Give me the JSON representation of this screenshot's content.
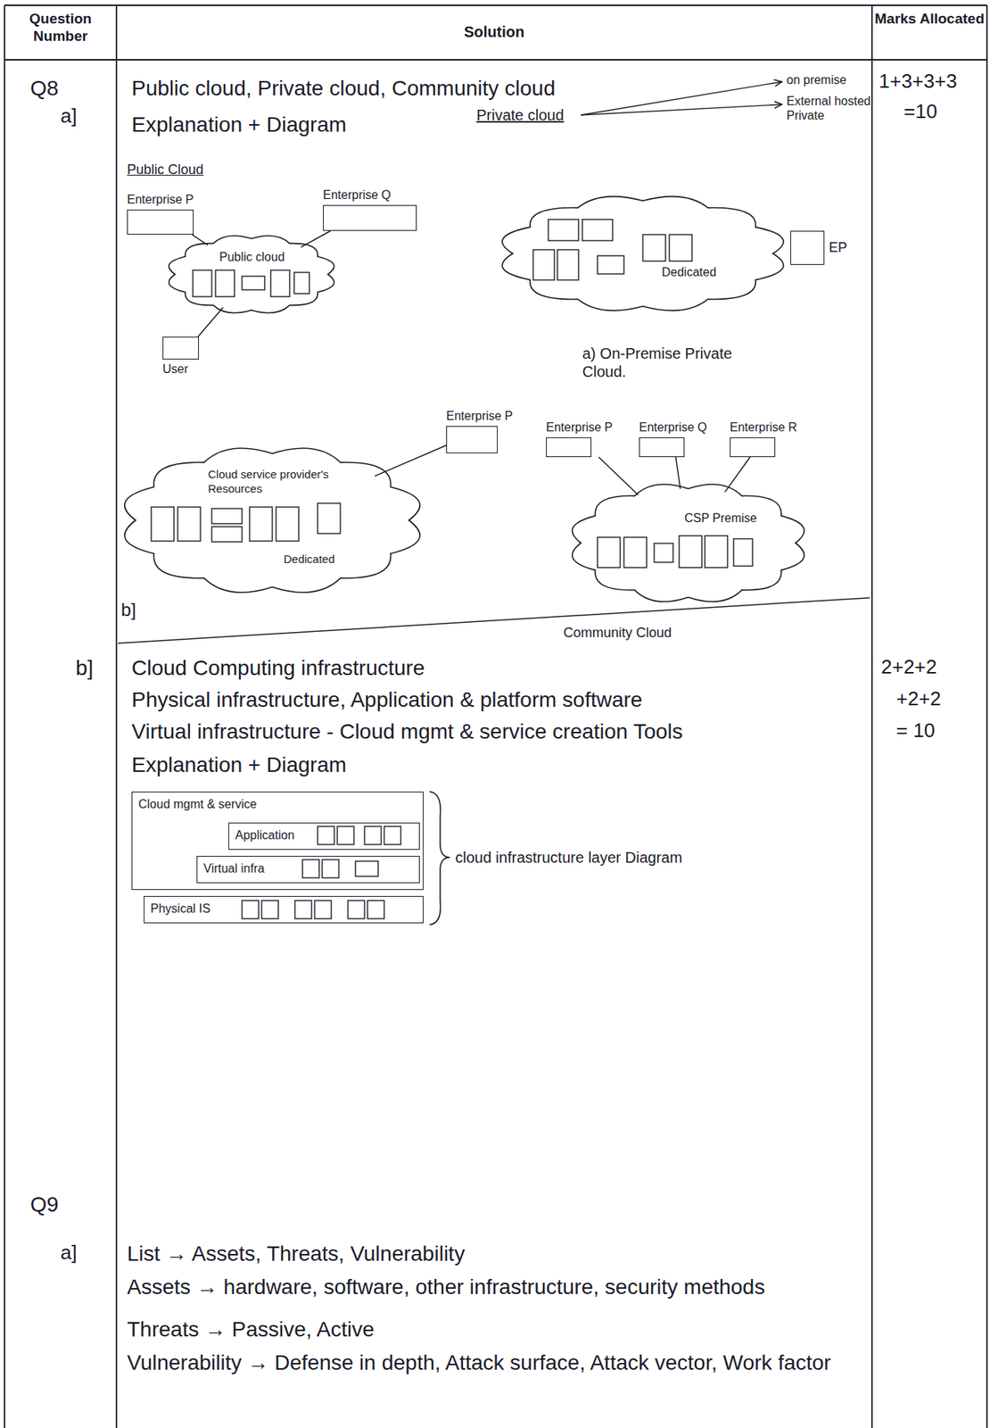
{
  "diagram": {
    "nodes": [
      {
        "text": [
          "Enterprise P"
        ]
      },
      {
        "text": [
          "Enterprise Q"
        ]
      },
      {
        "text": [
          "Public cloud"
        ]
      },
      {
        "text": [
          "User"
        ]
      },
      {
        "text": [
          "Cloud service provider's Resources",
          "Dedicated"
        ]
      },
      {
        "text": [
          "Enterprise P"
        ]
      },
      {
        "text": [
          "Dedicated"
        ]
      },
      {
        "text": [
          "EP"
        ]
      },
      {
        "text": [
          "Enterprise P"
        ]
      },
      {
        "text": [
          "Enterprise Q"
        ]
      },
      {
        "text": [
          "Enterprise R"
        ]
      },
      {
        "text": [
          "CSP Premise",
          "Community Cloud"
        ]
      },
      {
        "text": [
          "Cloud mgmt & service"
        ]
      },
      {
        "text": [
          "Application"
        ],
        "in": 12
      },
      {
        "text": [
          "Virtual infra"
        ],
        "in": 12
      },
      {
        "text": [
          "Physical IS"
        ]
      }
    ],
    "edges": [
      {
        "from": 0,
        "to": 2,
        "arrow": "none"
      },
      {
        "from": 1,
        "to": 2,
        "arrow": "none"
      },
      {
        "from": 2,
        "to": 3,
        "arrow": "none"
      },
      {
        "from": 5,
        "to": 4,
        "arrow": "none"
      },
      {
        "from": 8,
        "to": 11,
        "arrow": "none"
      },
      {
        "from": 9,
        "to": 11,
        "arrow": "none"
      },
      {
        "from": 10,
        "to": 11,
        "arrow": "none"
      }
    ],
    "labels": [
      "Question Number",
      "Solution",
      "Marks Allocated",
      "Q8",
      "a]",
      "Public cloud, Private cloud, Community cloud",
      "Explanation + Diagram",
      "1+3+3+3",
      "=10",
      "Public Cloud",
      "Private cloud",
      "on premise",
      "External hosted Private",
      "a) On-Premise Private Cloud.",
      "b]",
      "b]",
      "Cloud Computing infrastructure",
      "Physical infrastructure, Application & platform software",
      "Virtual infrastructure - Cloud mgmt & service creation Tools",
      "Explanation + Diagram",
      "2+2+2",
      "+2+2",
      "= 10",
      "cloud infrastructure layer Diagram",
      "Q9",
      "a]",
      "List → Assets, Threats, Vulnerability",
      "Assets → hardware, software, other infrastructure, security methods",
      "Threats → Passive, Active",
      "Vulnerability → Defense in depth, Attack surface, Attack vector, Work factor"
    ]
  }
}
